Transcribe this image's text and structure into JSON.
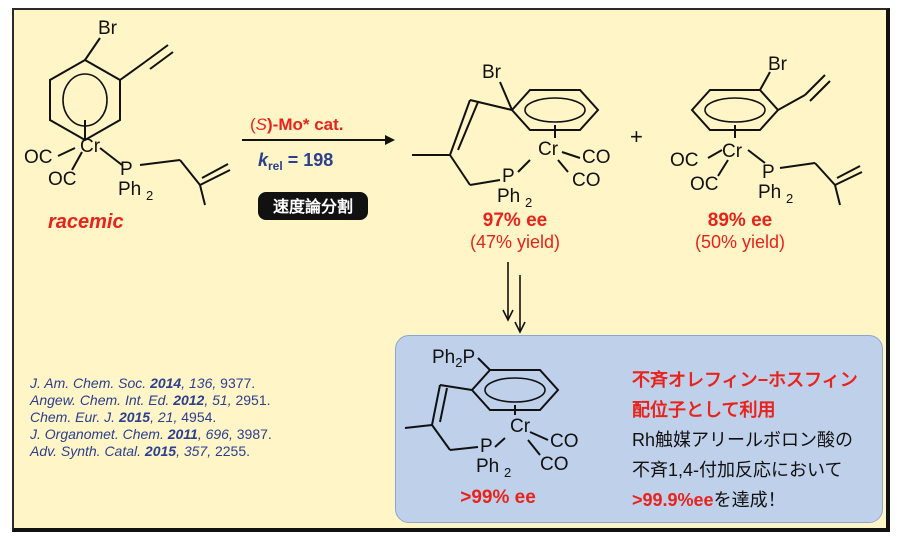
{
  "scheme": {
    "start": {
      "br": "Br",
      "cr": "Cr",
      "co_1": "OC",
      "co_2": "OC",
      "p": "P",
      "ph2": "Ph",
      "ph2_sub": "2",
      "label": "racemic"
    },
    "arrow": {
      "catalyst_prefix": "(",
      "catalyst_s": "S",
      "catalyst_suffix": ")-Mo* cat.",
      "krel_k": "k",
      "krel_sub": "rel",
      "krel_value": " = 198",
      "badge": "速度論分割"
    },
    "product_1": {
      "br": "Br",
      "cr": "Cr",
      "co_1": "CO",
      "co_2": "CO",
      "p": "P",
      "ph2": "Ph",
      "ph2_sub": "2",
      "ee": "97% ee",
      "yield": "(47% yield)"
    },
    "plus": "+",
    "product_2": {
      "br": "Br",
      "cr": "Cr",
      "co_1": "OC",
      "co_2": "OC",
      "p": "P",
      "ph2": "Ph",
      "ph2_sub": "2",
      "ee": "89% ee",
      "yield": "(50% yield)"
    },
    "derivative": {
      "ph2p": "Ph",
      "ph2p_sub": "2",
      "ph2p_p": "P",
      "cr": "Cr",
      "co_1": "CO",
      "co_2": "CO",
      "p": "P",
      "ph2": "Ph",
      "ph2_sub": "2",
      "ee": ">99% ee"
    }
  },
  "notes": {
    "line1": "不斉オレフィン−ホスフィン",
    "line2": "配位子として利用",
    "line3": "Rh触媒アリールボロン酸の",
    "line4": "不斉1,4-付加反応において",
    "line5_red": ">99.9%ee",
    "line5_rest": "を達成！"
  },
  "references": [
    {
      "journal": "J. Am. Chem. Soc.",
      "year": "2014",
      "vol": "136",
      "page": "9377."
    },
    {
      "journal": "Angew. Chem. Int. Ed.",
      "year": "2012",
      "vol": "51",
      "page": "2951."
    },
    {
      "journal": "Chem. Eur. J.",
      "year": "2015",
      "vol": "21",
      "page": "4954."
    },
    {
      "journal": "J. Organomet. Chem.",
      "year": "2011",
      "vol": "696",
      "page": "3987."
    },
    {
      "journal": "Adv. Synth. Catal.",
      "year": "2015",
      "vol": "357",
      "page": "2255."
    }
  ],
  "colors": {
    "accent_red": "#e8231c",
    "ref_blue": "#2a3f8f",
    "panel_bg": "#fff5c6",
    "box_bg": "#bfd0ea"
  }
}
